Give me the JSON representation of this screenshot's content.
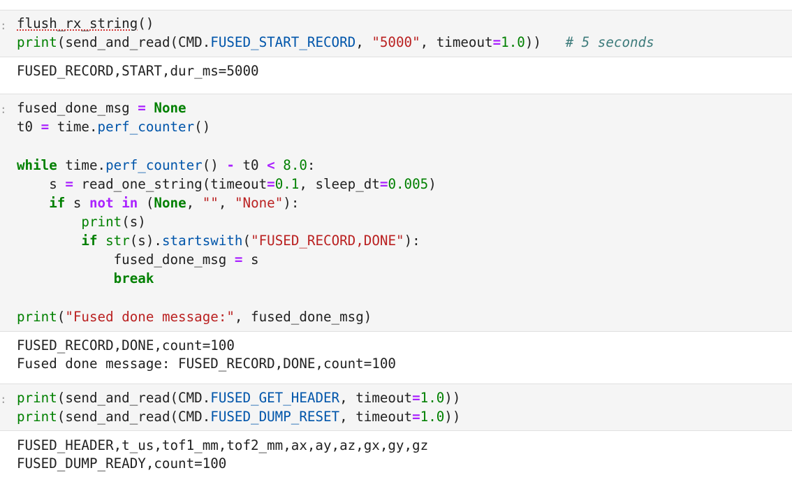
{
  "cells": [
    {
      "prompt": ":",
      "code": [
        "flush_rx_string()",
        "print(send_and_read(CMD.FUSED_START_RECORD, \"5000\", timeout=1.0))   # 5 seconds"
      ],
      "output": [
        "FUSED_RECORD,START,dur_ms=5000"
      ]
    },
    {
      "prompt": ":",
      "code": [
        "fused_done_msg = None",
        "t0 = time.perf_counter()",
        "",
        "while time.perf_counter() - t0 < 8.0:",
        "    s = read_one_string(timeout=0.1, sleep_dt=0.005)",
        "    if s not in (None, \"\", \"None\"):",
        "        print(s)",
        "        if str(s).startswith(\"FUSED_RECORD,DONE\"):",
        "            fused_done_msg = s",
        "            break",
        "",
        "print(\"Fused done message:\", fused_done_msg)"
      ],
      "output": [
        "FUSED_RECORD,DONE,count=100",
        "Fused done message: FUSED_RECORD,DONE,count=100"
      ]
    },
    {
      "prompt": ":",
      "code": [
        "print(send_and_read(CMD.FUSED_GET_HEADER, timeout=1.0))",
        "print(send_and_read(CMD.FUSED_DUMP_RESET, timeout=1.0))"
      ],
      "output": [
        "FUSED_HEADER,t_us,tof1_mm,tof2_mm,ax,ay,az,gx,gy,gz",
        "FUSED_DUMP_READY,count=100"
      ]
    }
  ],
  "colors": {
    "input_background": "#f5f5f5",
    "keyword": "#008000",
    "operator": "#aa22ff",
    "string": "#ba2121",
    "attribute": "#0055aa",
    "comment": "#3d7b7b"
  }
}
